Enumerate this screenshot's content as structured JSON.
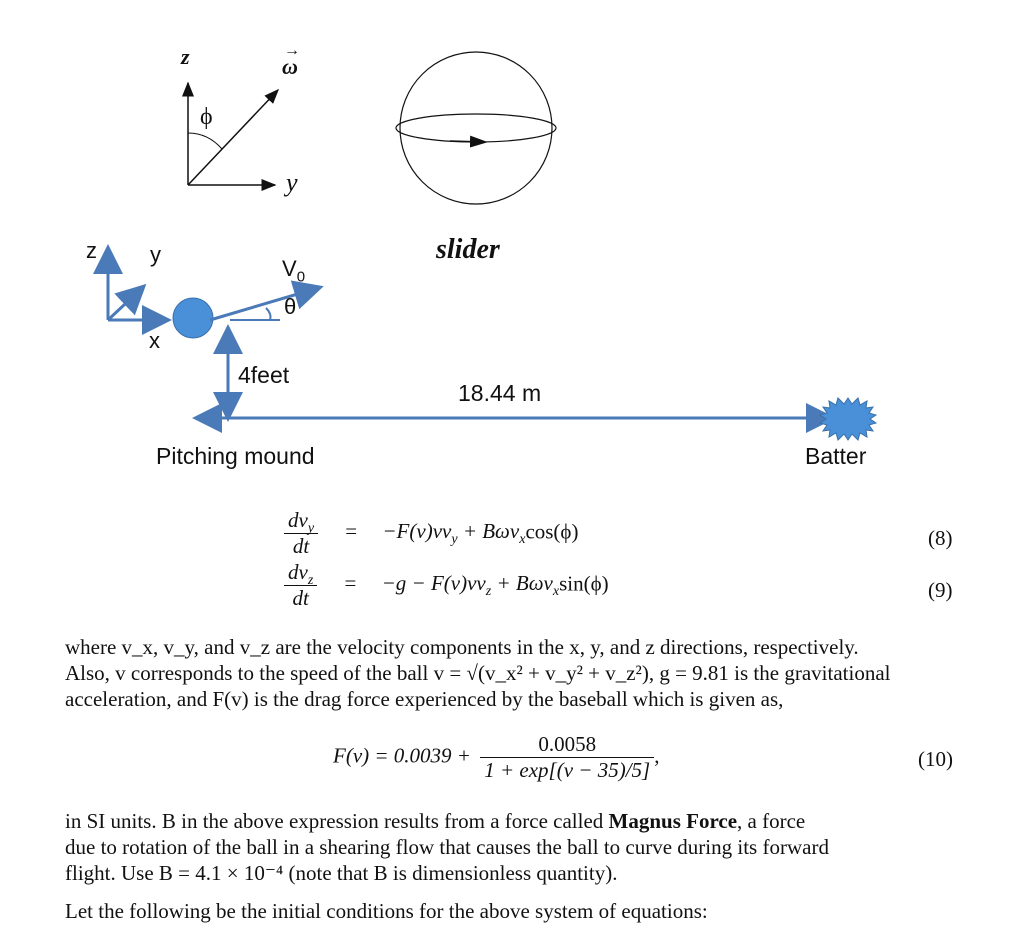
{
  "figure": {
    "axes_labels": {
      "z": "z",
      "y": "y",
      "phi": "ϕ",
      "omega": "ω"
    },
    "slider_label": "slider",
    "pitch_axes": {
      "z": "z",
      "y": "y",
      "x": "x"
    },
    "v0_label": "V",
    "v0_sub": "0",
    "theta_label": "θ",
    "height_label": "4feet",
    "distance_label": "18.44 m",
    "mound_label": "Pitching mound",
    "batter_label": "Batter",
    "colors": {
      "arrow": "#4a7ab8",
      "ball": "#4a90d9",
      "sphere_line": "#111111"
    }
  },
  "equations": {
    "eq8": {
      "lhs_num": "dv",
      "lhs_num_sub": "y",
      "lhs_den": "dt",
      "equals": "=",
      "rhs": "−F(v)vv",
      "rhs_sub1": "y",
      "rhs_mid": " + Bωv",
      "rhs_sub2": "x",
      "rhs_end": "cos(ϕ)",
      "number": "(8)"
    },
    "eq9": {
      "lhs_num": "dv",
      "lhs_num_sub": "z",
      "lhs_den": "dt",
      "equals": "=",
      "rhs": "−g − F(v)vv",
      "rhs_sub1": "z",
      "rhs_mid": " + Bωv",
      "rhs_sub2": "x",
      "rhs_end": "sin(ϕ)",
      "number": "(9)"
    },
    "eq10": {
      "lhs": "F(v) = 0.0039 +",
      "num": "0.0058",
      "den": "1 + exp[(v − 35)/5]",
      "tail": ",",
      "number": "(10)"
    }
  },
  "text": {
    "p1_line1": "where v_x, v_y, and v_z are the velocity components in the x, y, and z directions, respectively.",
    "p1_line2": "Also, v corresponds to the speed of the ball v = √(v_x² + v_y² + v_z²), g = 9.81 is the gravitational",
    "p1_line3": "acceleration, and F(v) is the drag force experienced by the baseball which is given as,",
    "p2_line1_a": "in SI units. B in the above expression results from a force called ",
    "p2_bold": "Magnus Force",
    "p2_line1_b": ", a force",
    "p2_line2": "due to rotation of the ball in a shearing flow that causes the ball to curve during its forward",
    "p2_line3": "flight. Use B = 4.1 × 10⁻⁴ (note that B is dimensionless quantity).",
    "p3_line1": "Let the following be the initial conditions for the above system of equations:"
  }
}
